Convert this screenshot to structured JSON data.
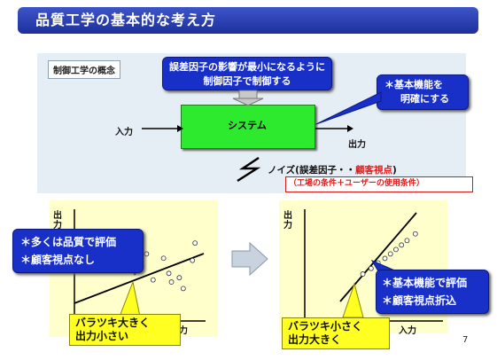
{
  "slide": {
    "title": "品質工学の基本的な考え方",
    "page_number": "7"
  },
  "concept": {
    "tag": "制御工学の概念",
    "control_callout": {
      "line1": "誤差因子の影響が最小になるように",
      "line2": "制御因子で制御する"
    },
    "function_callout": {
      "line1": "＊基本機能を",
      "line2": "明確にする"
    },
    "system_label": "システム",
    "input_label": "入力",
    "output_label": "出力",
    "noise": {
      "prefix": "ノイズ(誤差因子・・",
      "highlight": "顧客視点",
      "suffix": ")"
    },
    "conditions": {
      "open": "（",
      "factory": "工場の条件＋ユーザーの使用条件",
      "close": "）"
    }
  },
  "left_plot": {
    "ylabel": "出力",
    "xlabel": "入力",
    "callout_line1": "＊多くは品質で評価",
    "callout_line2": "＊顧客視点なし",
    "yellow_line1": "バラツキ大きく",
    "yellow_line2": "出力小さい",
    "points": [
      [
        0.55,
        0.62
      ],
      [
        0.68,
        0.58
      ],
      [
        0.72,
        0.44
      ],
      [
        0.74,
        0.36
      ],
      [
        0.8,
        0.4
      ],
      [
        0.83,
        0.3
      ],
      [
        0.6,
        0.38
      ],
      [
        0.9,
        0.56
      ],
      [
        0.92,
        0.72
      ]
    ]
  },
  "right_plot": {
    "ylabel": "出力",
    "xlabel": "入力",
    "callout_line1": "＊基本機能で評価",
    "callout_line2": "＊顧客視点折込",
    "yellow_line1": "バラツキ小さく",
    "yellow_line2": "出力大きく",
    "points": [
      [
        0.42,
        0.42
      ],
      [
        0.48,
        0.47
      ],
      [
        0.53,
        0.52
      ],
      [
        0.58,
        0.56
      ],
      [
        0.62,
        0.6
      ],
      [
        0.66,
        0.64
      ],
      [
        0.7,
        0.68
      ],
      [
        0.74,
        0.72
      ],
      [
        0.8,
        0.78
      ]
    ]
  },
  "colors": {
    "title_bg": "#1d2f9c",
    "callout_blue": "#1830c8",
    "system_green": "#2eea2e",
    "plot_bg": "#ffffcc",
    "yellow": "#ffff22",
    "accent_red": "#e01b1b"
  }
}
